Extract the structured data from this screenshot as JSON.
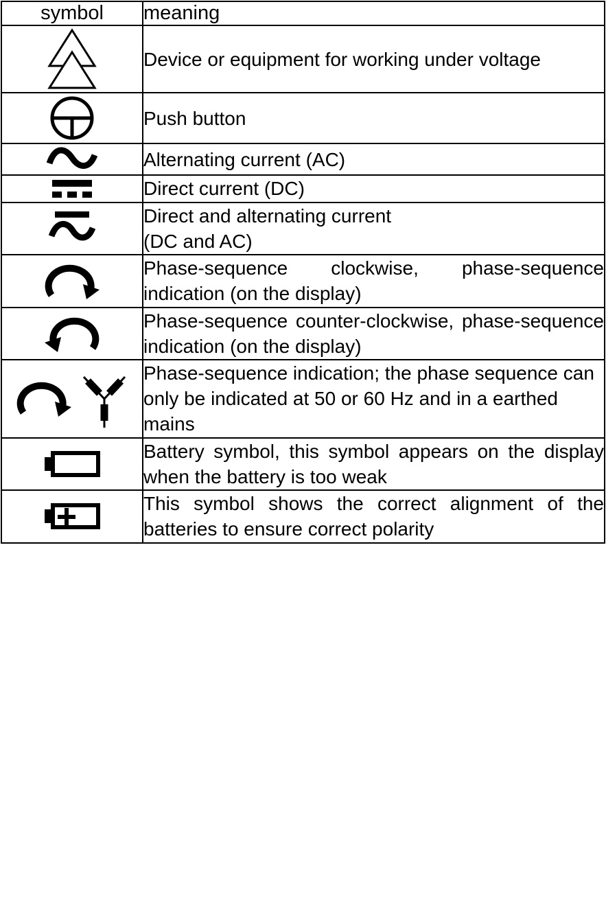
{
  "table": {
    "headers": {
      "symbol": "symbol",
      "meaning": "meaning"
    },
    "rows": [
      {
        "symbol_name": "double-triangle-live-working-icon",
        "meaning": "Device or equipment for working under voltage"
      },
      {
        "symbol_name": "push-button-icon",
        "meaning": "Push button"
      },
      {
        "symbol_name": "alternating-current-tilde-icon",
        "meaning": "Alternating current (AC)"
      },
      {
        "symbol_name": "direct-current-bar-dashes-icon",
        "meaning": "Direct current (DC)"
      },
      {
        "symbol_name": "direct-and-alternating-current-icon",
        "meaning_line1": "Direct and alternating current",
        "meaning_line2": "(DC and AC)"
      },
      {
        "symbol_name": "phase-sequence-clockwise-arrow-icon",
        "meaning": "Phase-sequence clockwise, phase-sequence indication (on the display)"
      },
      {
        "symbol_name": "phase-sequence-counter-clockwise-arrow-icon",
        "meaning": "Phase-sequence counter-clockwise, phase-sequence indication (on the display)"
      },
      {
        "symbol_name": "phase-sequence-star-connection-icon",
        "meaning": "Phase-sequence indication; the phase sequence can only be indicated at 50 or 60 Hz and in a earthed mains"
      },
      {
        "symbol_name": "battery-low-icon",
        "meaning": "Battery symbol, this symbol appears on the display when the battery is too weak"
      },
      {
        "symbol_name": "battery-polarity-plus-icon",
        "meaning": "This symbol shows the correct alignment of the batteries to ensure correct polarity"
      }
    ]
  },
  "colors": {
    "ink": "#000000",
    "paper": "#ffffff"
  }
}
